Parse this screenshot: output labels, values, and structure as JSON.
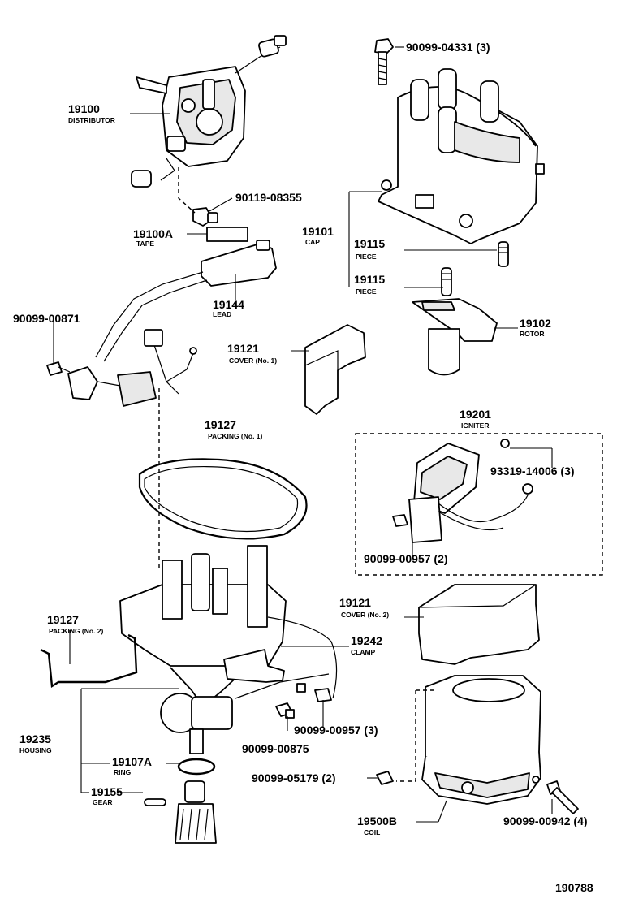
{
  "figure_number": "190788",
  "callouts": [
    {
      "id": "c19100",
      "part_no": "19100",
      "name": "DISTRIBUTOR"
    },
    {
      "id": "c90119",
      "part_no": "90119-08355",
      "name": ""
    },
    {
      "id": "c19100a",
      "part_no": "19100A",
      "name": "TAPE"
    },
    {
      "id": "c19144",
      "part_no": "19144",
      "name": "LEAD"
    },
    {
      "id": "c00871",
      "part_no": "90099-00871",
      "name": ""
    },
    {
      "id": "c04331",
      "part_no": "90099-04331 (3)",
      "name": ""
    },
    {
      "id": "c19101",
      "part_no": "19101",
      "name": "CAP"
    },
    {
      "id": "c19115a",
      "part_no": "19115",
      "name": "PIECE"
    },
    {
      "id": "c19115b",
      "part_no": "19115",
      "name": "PIECE"
    },
    {
      "id": "c19102",
      "part_no": "19102",
      "name": "ROTOR"
    },
    {
      "id": "c19121a",
      "part_no": "19121",
      "name": "COVER (No. 1)"
    },
    {
      "id": "c19127a",
      "part_no": "19127",
      "name": "PACKING (No. 1)"
    },
    {
      "id": "c19201",
      "part_no": "19201",
      "name": "IGNITER"
    },
    {
      "id": "c93319",
      "part_no": "93319-14006 (3)",
      "name": ""
    },
    {
      "id": "c00957a",
      "part_no": "90099-00957 (2)",
      "name": ""
    },
    {
      "id": "c19121b",
      "part_no": "19121",
      "name": "COVER (No. 2)"
    },
    {
      "id": "c19127b",
      "part_no": "19127",
      "name": "PACKING (No. 2)"
    },
    {
      "id": "c19242",
      "part_no": "19242",
      "name": "CLAMP"
    },
    {
      "id": "c00957b",
      "part_no": "90099-00957 (3)",
      "name": ""
    },
    {
      "id": "c00875",
      "part_no": "90099-00875",
      "name": ""
    },
    {
      "id": "c19235",
      "part_no": "19235",
      "name": "HOUSING"
    },
    {
      "id": "c19107a",
      "part_no": "19107A",
      "name": "RING"
    },
    {
      "id": "c05179",
      "part_no": "90099-05179 (2)",
      "name": ""
    },
    {
      "id": "c19155",
      "part_no": "19155",
      "name": "GEAR"
    },
    {
      "id": "c19500b",
      "part_no": "19500B",
      "name": "COIL"
    },
    {
      "id": "c00942",
      "part_no": "90099-00942 (4)",
      "name": ""
    }
  ]
}
